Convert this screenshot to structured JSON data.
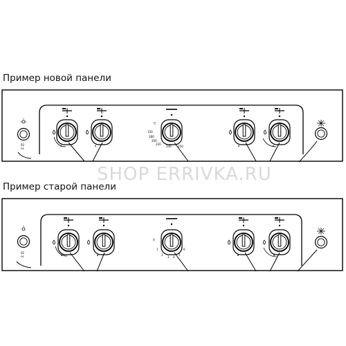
{
  "captions": {
    "new_panel": "Пример новой панели",
    "old_panel": "Пример старой панели"
  },
  "watermark": "SHOP ERRIVKA.RU",
  "knob_marks": {
    "zero": "0",
    "max": "6",
    "thermostat_unit": "°C",
    "temps_new": [
      "150",
      "180",
      "200",
      "220",
      "240",
      "250"
    ],
    "temps_old": [
      "1",
      "2",
      "3",
      "4",
      "5",
      "6"
    ]
  },
  "icons": [
    "ignition-spark-icon",
    "oven-light-icon",
    "flame-icon",
    "burner-position-icon",
    "oven-element-icon"
  ],
  "colors": {
    "line": "#000000",
    "background": "#ffffff",
    "watermark": "#d9d9d9"
  }
}
